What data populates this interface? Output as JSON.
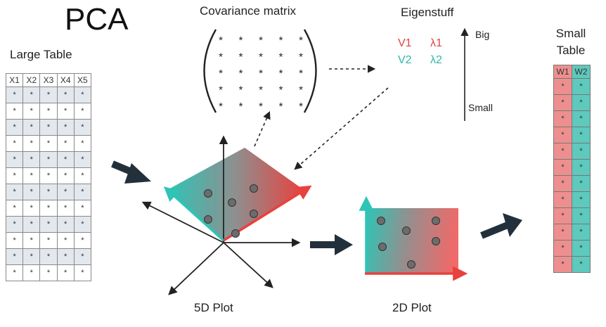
{
  "title": "PCA",
  "large_table": {
    "title": "Large Table",
    "headers": [
      "X1",
      "X2",
      "X3",
      "X4",
      "X5"
    ],
    "row_count": 12,
    "cell": "*"
  },
  "covariance": {
    "title": "Covariance matrix",
    "rows": 5,
    "cols": 5,
    "cell": "*"
  },
  "eigen": {
    "title": "Eigenstuff",
    "v1": "V1",
    "v2": "V2",
    "lambda1": "λ1",
    "lambda2": "λ2",
    "big_label": "Big",
    "small_label": "Small"
  },
  "small_table": {
    "title": "Small Table",
    "headers": [
      "W1",
      "W2"
    ],
    "row_count": 12,
    "cell": "*"
  },
  "plot5d": {
    "label": "5D Plot"
  },
  "plot2d": {
    "label": "2D Plot"
  },
  "colors": {
    "teal": "#2ec4b6",
    "red": "#e8413e",
    "teal_text": "#2fb8a8",
    "red_text": "#e0433f",
    "arrow_dark": "#22303c",
    "dot": "#6c6c6c"
  }
}
